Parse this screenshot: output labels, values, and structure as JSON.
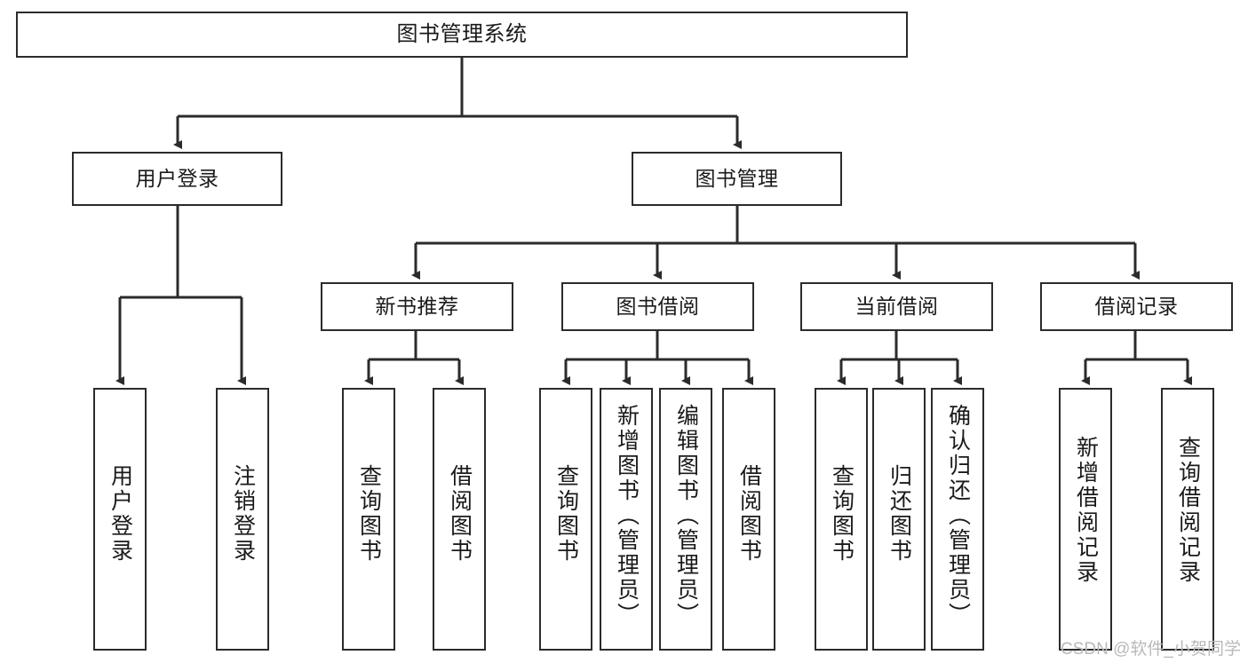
{
  "diagram": {
    "title": "图书管理系统",
    "watermark": "CSDN @软件_小贺同学",
    "colors": {
      "stroke": "#2b2b2b",
      "fill": "#ffffff",
      "text": "#1a1a1a",
      "watermark": "#b9b9b9"
    },
    "nodes": {
      "root": {
        "label": "图书管理系统"
      },
      "level2": [
        {
          "id": "user-login",
          "label": "用户登录"
        },
        {
          "id": "book-manage",
          "label": "图书管理"
        }
      ],
      "level3": [
        {
          "id": "new-book-rec",
          "label": "新书推荐"
        },
        {
          "id": "book-borrow",
          "label": "图书借阅"
        },
        {
          "id": "current-borrow",
          "label": "当前借阅"
        },
        {
          "id": "borrow-record",
          "label": "借阅记录"
        }
      ],
      "leaves": [
        {
          "id": "leaf-user-login",
          "label": "用户登录",
          "parent": "user-login"
        },
        {
          "id": "leaf-logout-login",
          "label": "注销登录",
          "parent": "user-login"
        },
        {
          "id": "leaf-query-book-1",
          "label": "查询图书",
          "parent": "new-book-rec"
        },
        {
          "id": "leaf-borrow-book-1",
          "label": "借阅图书",
          "parent": "new-book-rec"
        },
        {
          "id": "leaf-query-book-2",
          "label": "查询图书",
          "parent": "book-borrow"
        },
        {
          "id": "leaf-add-book",
          "label": "新增图书（管理员）",
          "parent": "book-borrow"
        },
        {
          "id": "leaf-edit-book",
          "label": "编辑图书（管理员）",
          "parent": "book-borrow"
        },
        {
          "id": "leaf-borrow-book-2",
          "label": "借阅图书",
          "parent": "book-borrow"
        },
        {
          "id": "leaf-query-book-3",
          "label": "查询图书",
          "parent": "current-borrow"
        },
        {
          "id": "leaf-return-book",
          "label": "归还图书",
          "parent": "current-borrow"
        },
        {
          "id": "leaf-confirm-return",
          "label": "确认归还（管理员）",
          "parent": "current-borrow"
        },
        {
          "id": "leaf-add-record",
          "label": "新增借阅记录",
          "parent": "borrow-record"
        },
        {
          "id": "leaf-query-record",
          "label": "查询借阅记录",
          "parent": "borrow-record"
        }
      ]
    }
  }
}
